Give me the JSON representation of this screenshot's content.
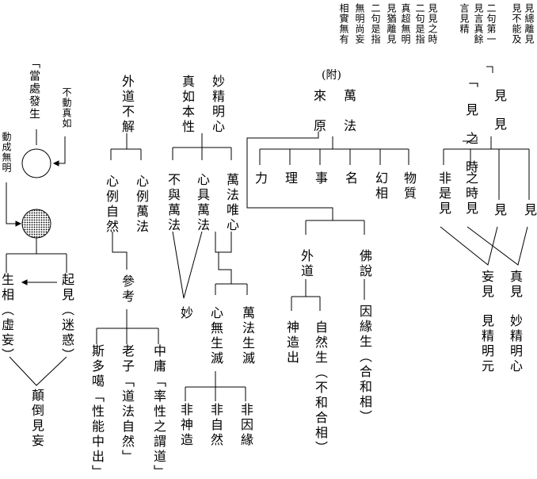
{
  "notes": {
    "right_note_1": "見總離見",
    "right_note_2": "見不能及",
    "right_note_3": "二句第一",
    "right_note_4": "見言真餘",
    "right_note_5": "言見精",
    "mid_note_1": "見見之時",
    "mid_note_2": "二句是指",
    "mid_note_3": "真超無明",
    "mid_note_4": "見猶離見",
    "mid_note_5": "二句是指",
    "mid_note_6": "無明尚妄",
    "mid_note_7": "相實無有"
  },
  "left": {
    "dangchu": "「當處發生",
    "budong": "不動真如",
    "dongcheng": "動成無明",
    "sheng": "生相（虛妄）",
    "qi": "起見（迷惑）",
    "diandao": "顛倒見妄"
  },
  "waidao_col": {
    "top": "外道不解",
    "left": "心例自然",
    "right": "心例萬法",
    "cankao": "參考",
    "sduoe": "斯多噶「性能中出」",
    "laozi": "老子「道法自然」",
    "zhongyong": "中庸「率性之謂道」"
  },
  "miao_col": {
    "zhenru": "真如本性",
    "miaojing": "妙精明心",
    "bu": "不與萬法",
    "xinju": "心具萬法",
    "wanfa_wei": "萬法唯心",
    "miao": "妙",
    "xinwu": "心無生滅",
    "wanfa_sheng": "萬法生滅",
    "feishen": "非神造",
    "feizi": "非自然",
    "feiyin": "非因緣"
  },
  "fu": {
    "label": "(附)",
    "lai": "來原",
    "wan": "萬法",
    "li": "力",
    "liy": "理",
    "shi": "事",
    "ming": "名",
    "huanxiang": "幻相",
    "wuzhi": "物質",
    "waidao": "外道",
    "fo": "佛說",
    "shenzao": "神造出",
    "ziran": "自然生（不和合相）",
    "yinyuan": "因緣生（合和相）"
  },
  "jian": {
    "top1": "「見之時",
    "top2": "見見",
    "feishijian": "非是見",
    "zhishi": "之時見",
    "jian1": "見",
    "jian2": "見",
    "wangjian": "妄見",
    "zhenjian": "真見",
    "jianjing": "見精明元",
    "miaojing": "妙精明心"
  }
}
